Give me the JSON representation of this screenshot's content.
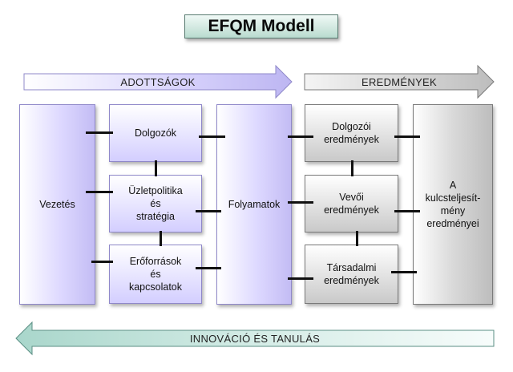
{
  "title": "EFQM Modell",
  "arrows": {
    "enablers": "ADOTTSÁGOK",
    "results": "EREDMÉNYEK",
    "innovation": "INNOVÁCIÓ ÉS TANULÁS"
  },
  "boxes": {
    "leadership": "Vezetés",
    "people": "Dolgozók",
    "policy": "Üzletpolitika\nés\nstratégia",
    "resources": "Erőforrások\nés\nkapcsolatok",
    "processes": "Folyamatok",
    "people_results": "Dolgozói\neredmények",
    "customer_results": "Vevői\neredmények",
    "society_results": "Társadalmi\neredmények",
    "key_results": "A\nkulcsteljesít-\nmény\neredményei"
  },
  "colors": {
    "enablers_fill": "#c9c4f7",
    "results_fill": "#d0d0d0",
    "innovation_fill": "#c3e4dc",
    "title_fill": "#b9dbcf"
  }
}
